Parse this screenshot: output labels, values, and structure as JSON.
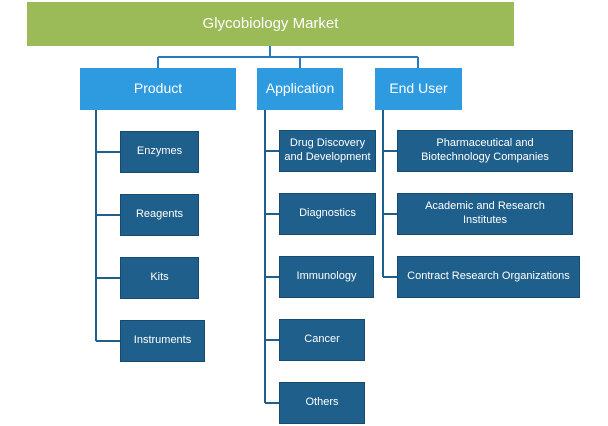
{
  "title": "Glycobiology Market",
  "colors": {
    "root_fill": "#9bbb59",
    "category_fill": "#2e9be0",
    "leaf_fill": "#1f5f8b",
    "connector": "#2b78c0"
  },
  "categories": [
    {
      "label": "Product",
      "items": [
        "Enzymes",
        "Reagents",
        "Kits",
        "Instruments"
      ]
    },
    {
      "label": "Application",
      "items": [
        "Drug Discovery and Development",
        "Diagnostics",
        "Immunology",
        "Cancer",
        "Others"
      ]
    },
    {
      "label": "End User",
      "items": [
        "Pharmaceutical and Biotechnology Companies",
        "Academic and Research Institutes",
        "Contract Research Organizations"
      ]
    }
  ]
}
